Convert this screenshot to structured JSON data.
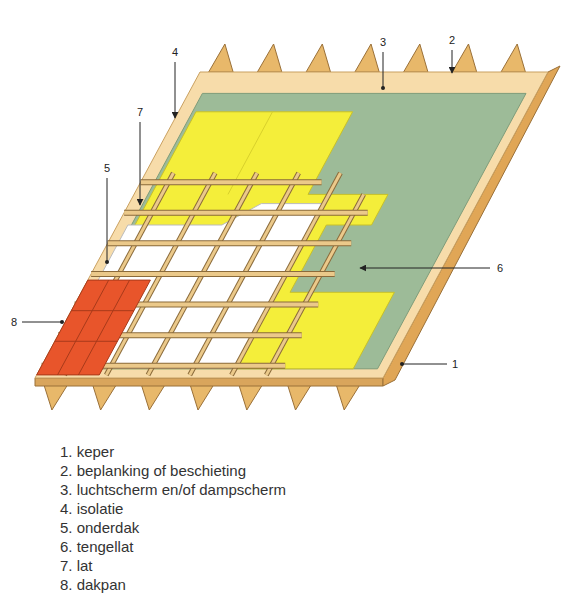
{
  "diagram": {
    "labels": [
      "4",
      "3",
      "2",
      "7",
      "5",
      "6",
      "8",
      "1",
      "1. keper",
      "2. beplanking of beschieting",
      "3. luchtscherm en/of dampscherm",
      "4. isolatie",
      "5. onderdak",
      "6. tengellat",
      "7. lat",
      "8. dakpan"
    ]
  }
}
